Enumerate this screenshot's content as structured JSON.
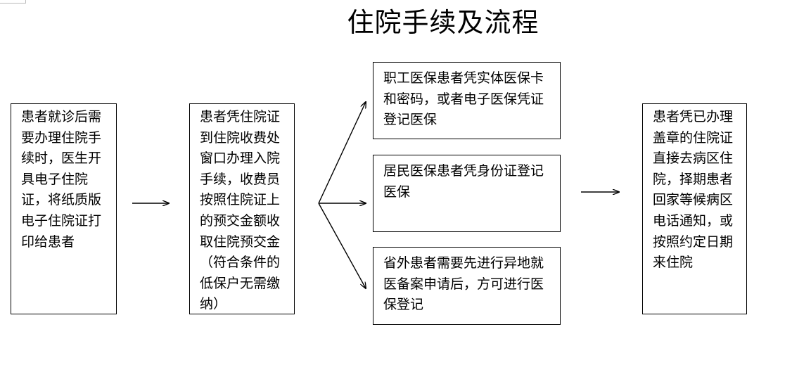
{
  "title": "住院手续及流程",
  "steps": {
    "step1": "患者就诊后需要办理住院手续时，医生开具电子住院证，将纸质版电子住院证打印给患者",
    "step2": "患者凭住院证到住院收费处窗口办理入院手续，收费员按照住院证上的预交金额收取住院预交金（符合条件的低保户无需缴纳）",
    "options": [
      "职工医保患者凭实体医保卡和密码，或者电子医保凭证登记医保",
      "居民医保患者凭身份证登记医保",
      "省外患者需要先进行异地就医备案申请后，方可进行医保登记"
    ],
    "step4": "患者凭已办理盖章的住院证直接去病区住院，择期患者回家等候病区电话通知，或按照约定日期来住院"
  }
}
